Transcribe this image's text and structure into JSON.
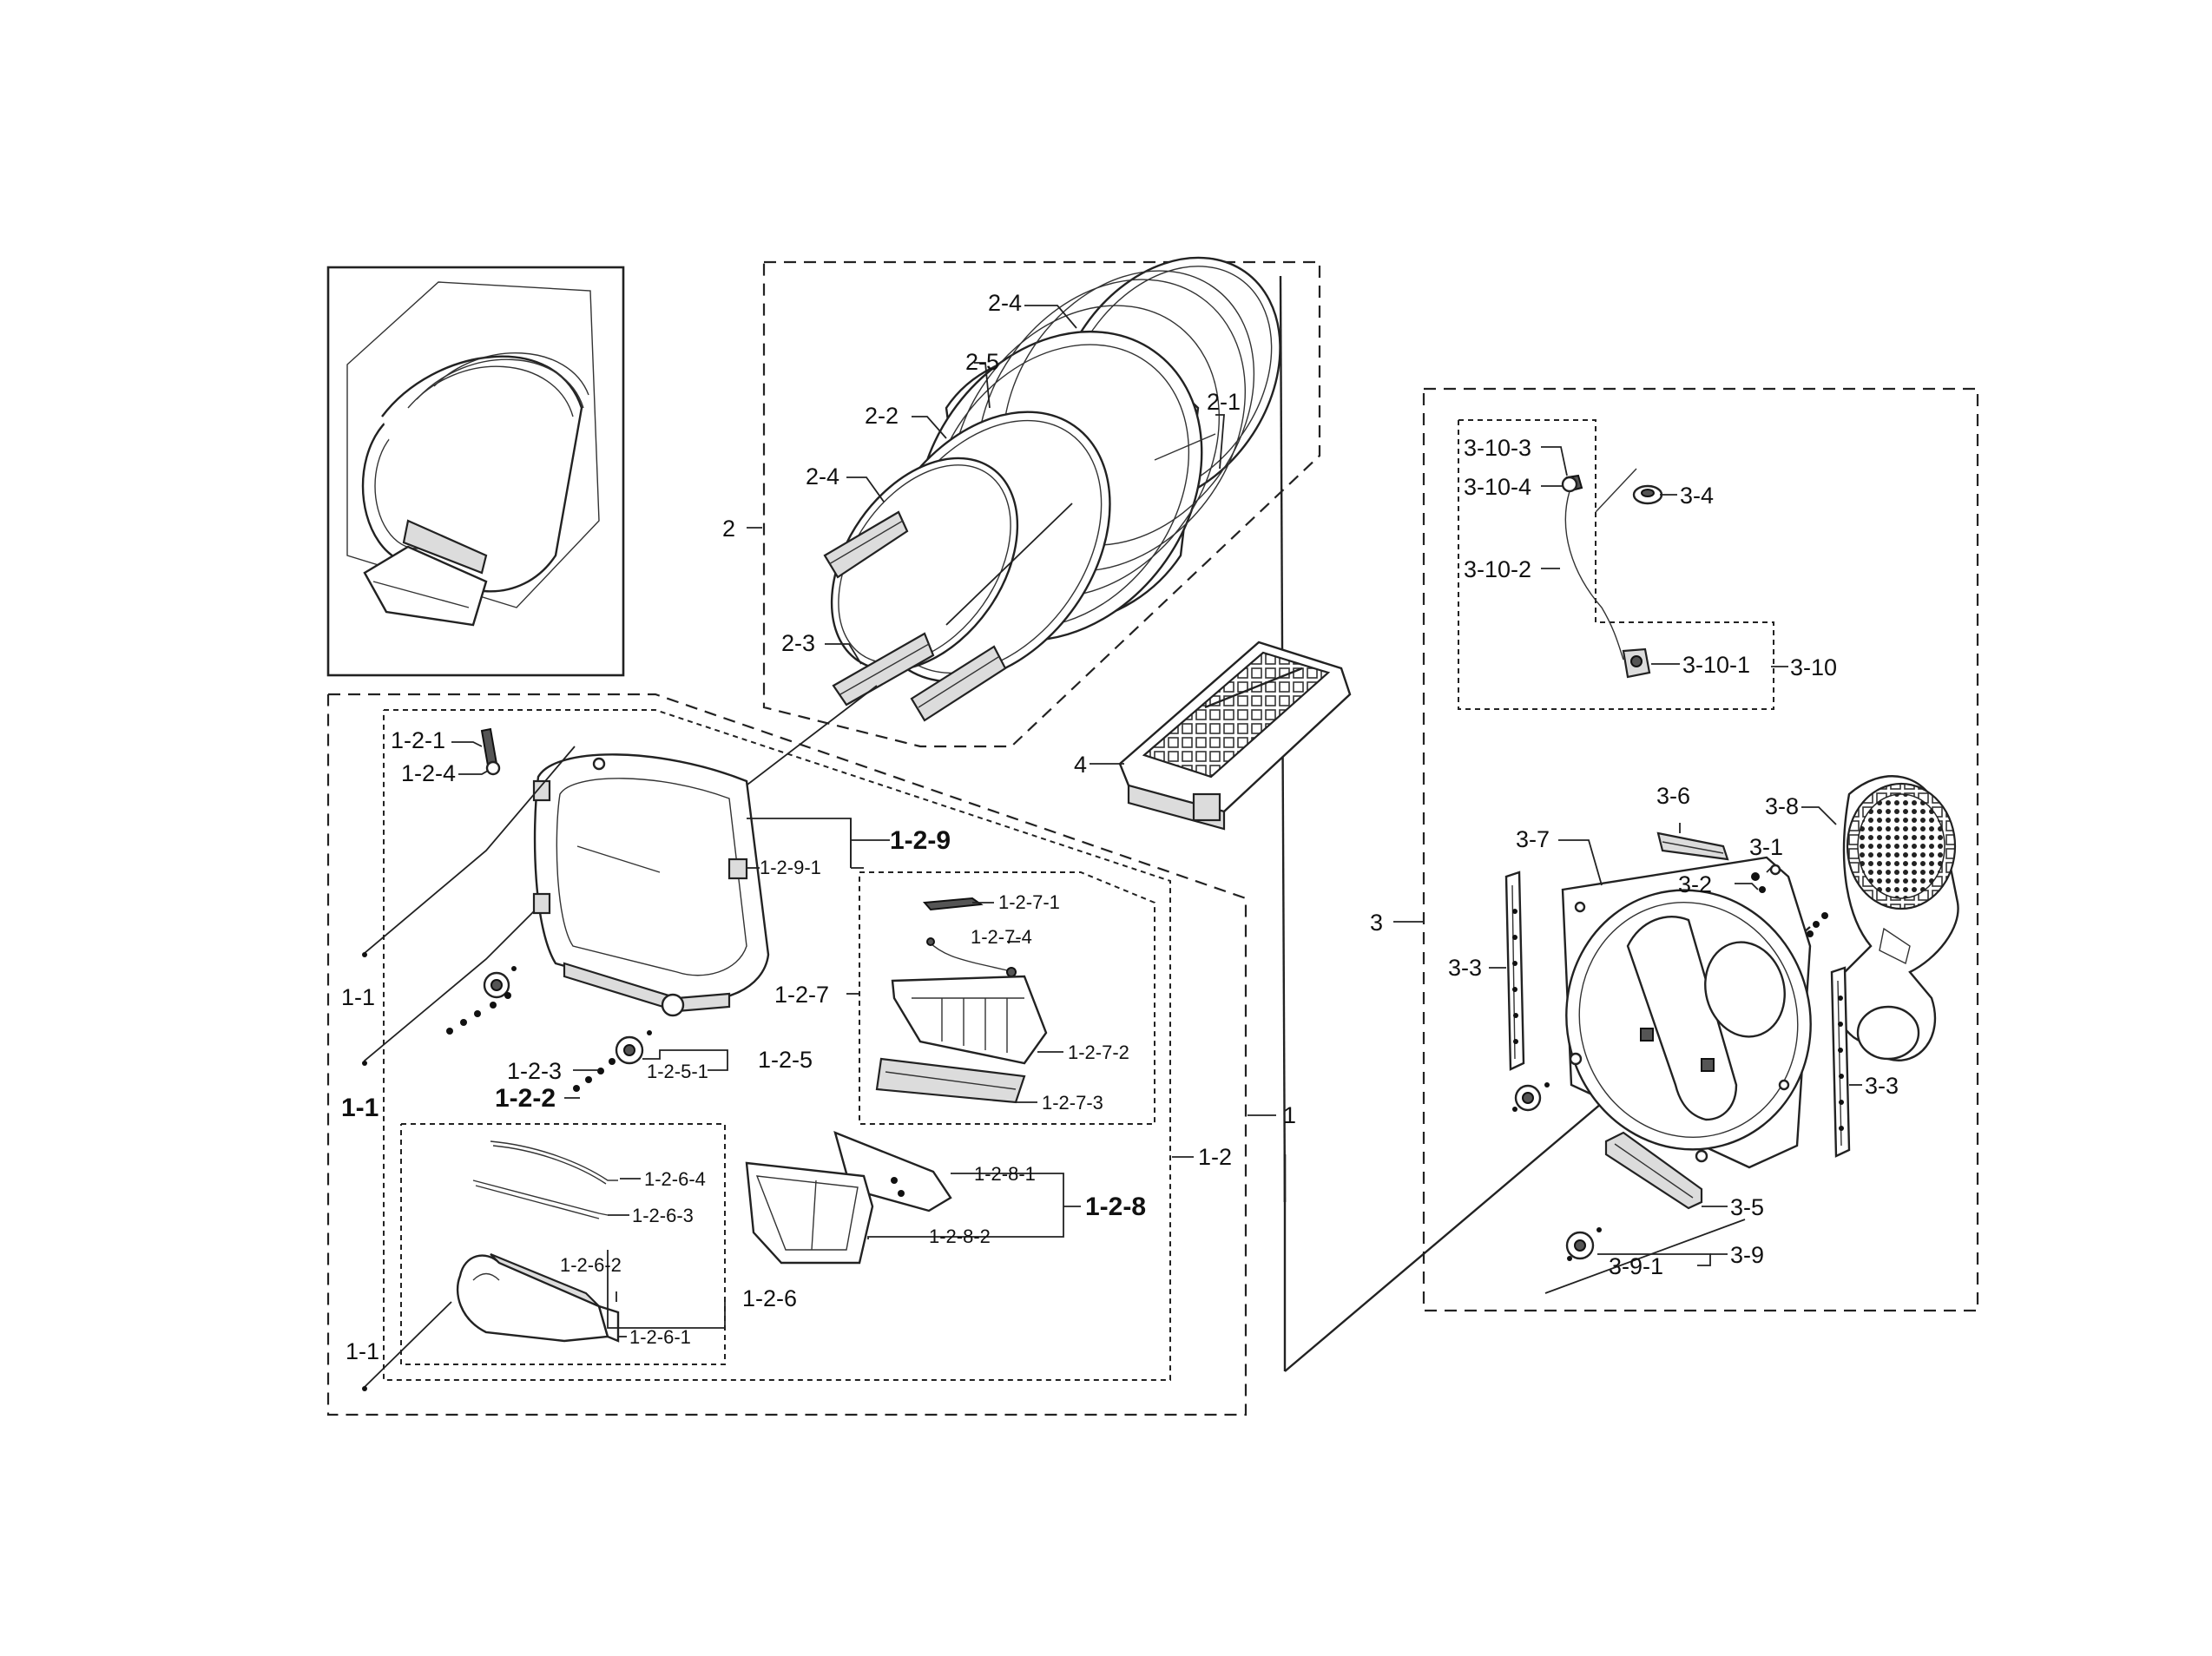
{
  "callouts": [
    {
      "id": "c-2-4-top",
      "text": "2-4"
    },
    {
      "id": "c-2-5",
      "text": "2-5"
    },
    {
      "id": "c-2-2",
      "text": "2-2"
    },
    {
      "id": "c-2-1",
      "text": "2-1"
    },
    {
      "id": "c-2-4-left",
      "text": "2-4"
    },
    {
      "id": "c-2",
      "text": "2"
    },
    {
      "id": "c-2-3",
      "text": "2-3"
    },
    {
      "id": "c-4",
      "text": "4"
    },
    {
      "id": "c-1-2-1",
      "text": "1-2-1"
    },
    {
      "id": "c-1-2-4",
      "text": "1-2-4"
    },
    {
      "id": "c-1-2-9",
      "text": "1-2-9"
    },
    {
      "id": "c-1-2-9-1",
      "text": "1-2-9-1"
    },
    {
      "id": "c-1-1-a",
      "text": "1-1"
    },
    {
      "id": "c-1-1-b",
      "text": "1-1"
    },
    {
      "id": "c-1-1-c",
      "text": "1-1"
    },
    {
      "id": "c-1-2-7-1",
      "text": "1-2-7-1"
    },
    {
      "id": "c-1-2-7-4",
      "text": "1-2-7-4"
    },
    {
      "id": "c-1-2-7",
      "text": "1-2-7"
    },
    {
      "id": "c-1-2-7-2",
      "text": "1-2-7-2"
    },
    {
      "id": "c-1-2-7-3",
      "text": "1-2-7-3"
    },
    {
      "id": "c-1-2-3",
      "text": "1-2-3"
    },
    {
      "id": "c-1-2-5-1",
      "text": "1-2-5-1"
    },
    {
      "id": "c-1-2-5",
      "text": "1-2-5"
    },
    {
      "id": "c-1-2-2",
      "text": "1-2-2"
    },
    {
      "id": "c-1",
      "text": "1"
    },
    {
      "id": "c-1-2",
      "text": "1-2"
    },
    {
      "id": "c-1-2-6-4",
      "text": "1-2-6-4"
    },
    {
      "id": "c-1-2-6-3",
      "text": "1-2-6-3"
    },
    {
      "id": "c-1-2-8-1",
      "text": "1-2-8-1"
    },
    {
      "id": "c-1-2-8",
      "text": "1-2-8"
    },
    {
      "id": "c-1-2-8-2",
      "text": "1-2-8-2"
    },
    {
      "id": "c-1-2-6-2",
      "text": "1-2-6-2"
    },
    {
      "id": "c-1-2-6",
      "text": "1-2-6"
    },
    {
      "id": "c-1-2-6-1",
      "text": "1-2-6-1"
    },
    {
      "id": "c-3-10-3",
      "text": "3-10-3"
    },
    {
      "id": "c-3-10-4",
      "text": "3-10-4"
    },
    {
      "id": "c-3-4",
      "text": "3-4"
    },
    {
      "id": "c-3-10-2",
      "text": "3-10-2"
    },
    {
      "id": "c-3-10-1",
      "text": "3-10-1"
    },
    {
      "id": "c-3-10",
      "text": "3-10"
    },
    {
      "id": "c-3-6",
      "text": "3-6"
    },
    {
      "id": "c-3-8",
      "text": "3-8"
    },
    {
      "id": "c-3-7",
      "text": "3-7"
    },
    {
      "id": "c-3-1",
      "text": "3-1"
    },
    {
      "id": "c-3-2",
      "text": "3-2"
    },
    {
      "id": "c-3",
      "text": "3"
    },
    {
      "id": "c-3-3-left",
      "text": "3-3"
    },
    {
      "id": "c-3-3-right",
      "text": "3-3"
    },
    {
      "id": "c-3-5",
      "text": "3-5"
    },
    {
      "id": "c-3-9-1",
      "text": "3-9-1"
    },
    {
      "id": "c-3-9",
      "text": "3-9"
    }
  ]
}
